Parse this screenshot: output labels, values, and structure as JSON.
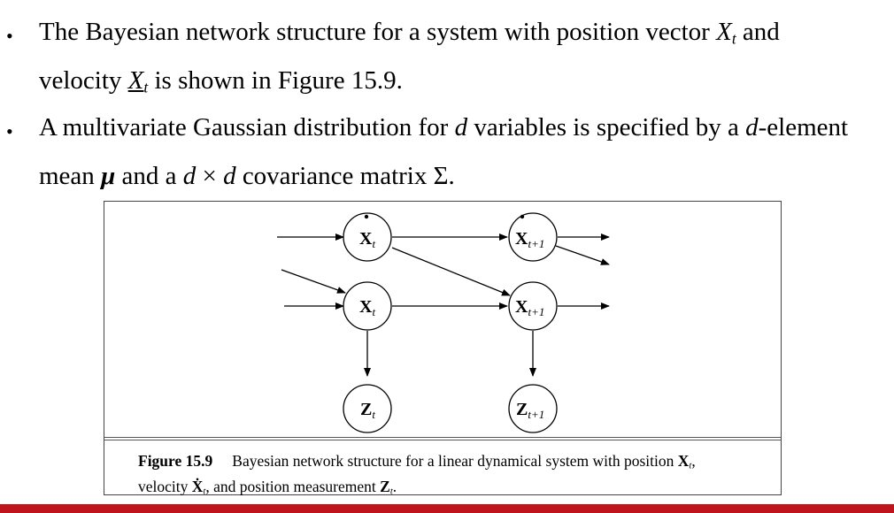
{
  "bullets": [
    {
      "line1_a": "The Bayesian network structure for a system with position vector ",
      "line1_var": "X",
      "line1_sub": "t",
      "line1_b": " and",
      "line2_a": "velocity ",
      "line2_var": "X",
      "line2_sub": "t",
      "line2_b": " is shown in Figure 15.9."
    },
    {
      "line1_a": "A multivariate Gaussian distribution for ",
      "line1_d1": "d",
      "line1_b": " variables is specified by a ",
      "line1_d2": "d",
      "line1_c": "-element",
      "line2_a": "mean ",
      "line2_mu": "μ",
      "line2_b": " and a ",
      "line2_d1": "d",
      "line2_times": " × ",
      "line2_d2": "d",
      "line2_c": " covariance matrix Σ."
    }
  ],
  "diagram": {
    "nodes": {
      "xdot_t": {
        "main": "X",
        "sub": "t"
      },
      "xdot_t1": {
        "main": "X",
        "sub": "t+1"
      },
      "x_t": {
        "main": "X",
        "sub": "t"
      },
      "x_t1": {
        "main": "X",
        "sub": "t+1"
      },
      "z_t": {
        "main": "Z",
        "sub": "t"
      },
      "z_t1": {
        "main": "Z",
        "sub": "t+1"
      }
    }
  },
  "caption": {
    "label": "Figure 15.9",
    "line1": "Bayesian network structure for a linear dynamical system with position ",
    "line1_var": "X",
    "line1_sub": "t",
    "line1_end": ",",
    "line2_a": "velocity ",
    "line2_var": "Ẋ",
    "line2_sub": "t",
    "line2_b": ", and position measurement ",
    "line2_var2": "Z",
    "line2_sub2": "t",
    "line2_end": "."
  },
  "colors": {
    "accent_bar": "#c0141c"
  }
}
